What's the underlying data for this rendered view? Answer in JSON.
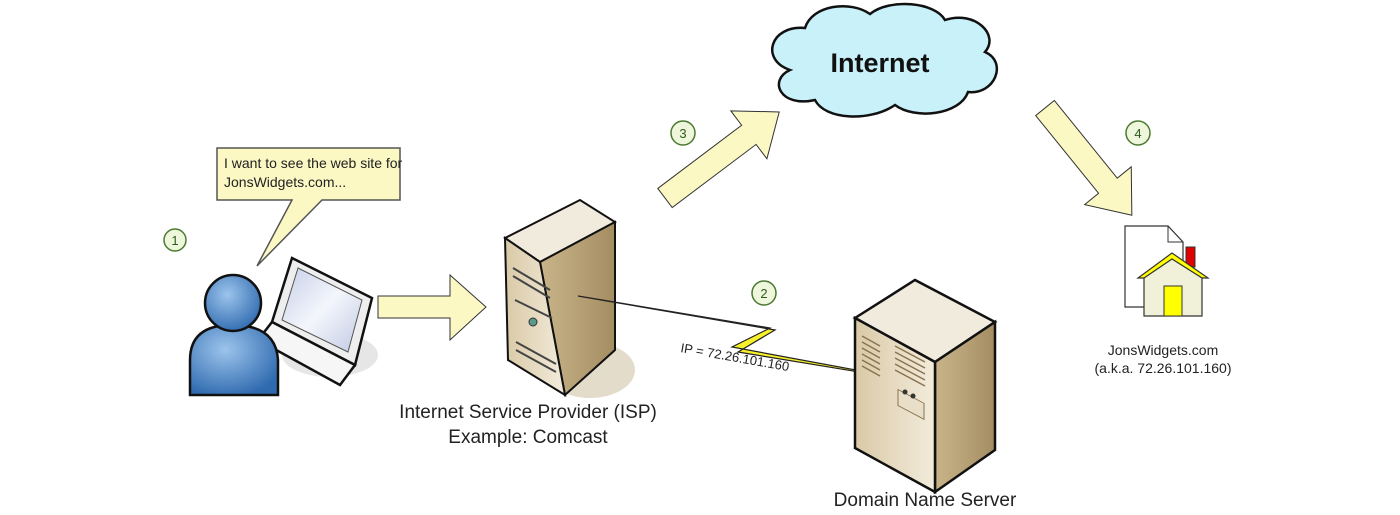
{
  "speech_bubble": {
    "line1": "I want to see the web site for",
    "line2": "JonsWidgets.com..."
  },
  "steps": [
    "1",
    "2",
    "3",
    "4"
  ],
  "cloud": {
    "label": "Internet"
  },
  "isp": {
    "line1": "Internet Service Provider (ISP)",
    "line2": "Example: Comcast"
  },
  "dns": {
    "label": "Domain Name Server",
    "ip_note": "IP = 72.26.101.160"
  },
  "website": {
    "line1": "JonsWidgets.com",
    "line2": "(a.k.a. 72.26.101.160)"
  },
  "colors": {
    "arrow_fill": "#fbf8c4",
    "cloud_fill": "#c9f1f9",
    "person_blue": "#4a86c8",
    "server_beige": "#e8dcc4",
    "lightning": "#f5f02a",
    "step_circle": "#4a7a30",
    "house_yellow": "#ffff00",
    "chimney_red": "#e00000"
  }
}
